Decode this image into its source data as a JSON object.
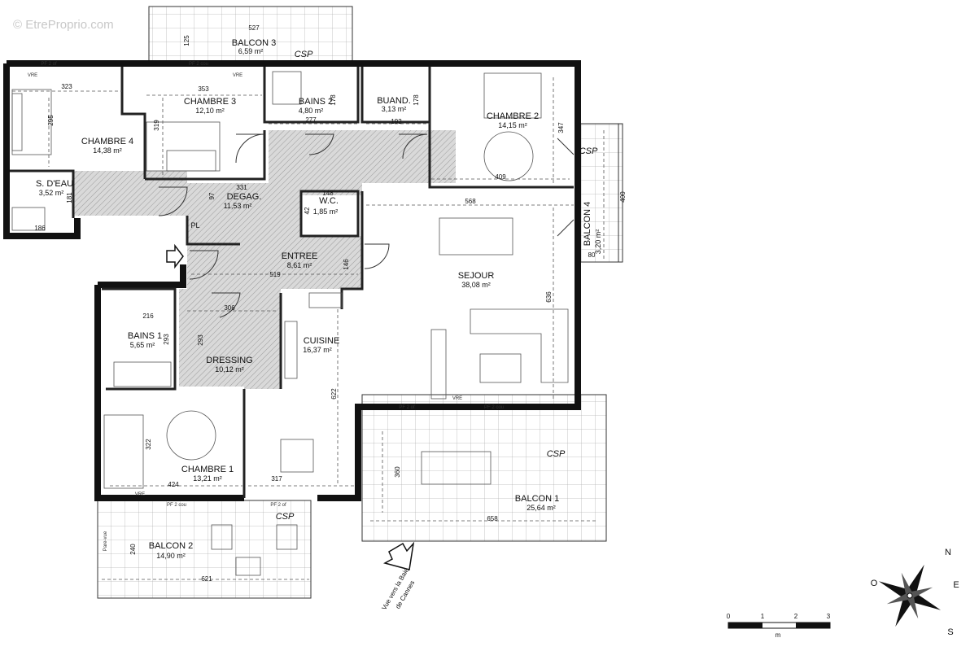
{
  "watermark": "© EtreProprio.com",
  "rooms": {
    "balcon3": {
      "name": "BALCON 3",
      "area": "6,59 m²"
    },
    "chambre3": {
      "name": "CHAMBRE 3",
      "area": "12,10 m²"
    },
    "bains2": {
      "name": "BAINS 2",
      "area": "4,80 m²"
    },
    "buand": {
      "name": "BUAND.",
      "area": "3,13 m²"
    },
    "chambre2": {
      "name": "CHAMBRE 2",
      "area": "14,15 m²"
    },
    "chambre4": {
      "name": "CHAMBRE 4",
      "area": "14,38 m²"
    },
    "sdeau": {
      "name": "S. D'EAU",
      "area": "3,52 m²"
    },
    "degag": {
      "name": "DEGAG.",
      "area": "11,53 m²"
    },
    "wc": {
      "name": "W.C.",
      "area": "1,85 m²"
    },
    "balcon4": {
      "name": "BALCON 4",
      "area": "3,20 m²"
    },
    "entree": {
      "name": "ENTREE",
      "area": "8,61 m²"
    },
    "sejour": {
      "name": "SEJOUR",
      "area": "38,08 m²"
    },
    "bains1": {
      "name": "BAINS 1",
      "area": "5,65 m²"
    },
    "cuisine": {
      "name": "CUISINE",
      "area": "16,37 m²"
    },
    "dressing": {
      "name": "DRESSING",
      "area": "10,12 m²"
    },
    "chambre1": {
      "name": "CHAMBRE 1",
      "area": "13,21 m²"
    },
    "balcon1": {
      "name": "BALCON 1",
      "area": "25,64 m²"
    },
    "balcon2": {
      "name": "BALCON 2",
      "area": "14,90 m²"
    }
  },
  "dimensions": {
    "d527": "527",
    "d125": "125",
    "d323": "323",
    "d353": "353",
    "d178a": "178",
    "d178b": "178",
    "d295": "295",
    "d319": "319",
    "d277": "277",
    "d192": "192",
    "d347": "347",
    "d409": "409",
    "d97": "97",
    "d331": "331",
    "d148": "148",
    "d42": "42",
    "d568": "568",
    "d400": "400",
    "d80": "80",
    "d181": "181",
    "d186": "186",
    "d146": "146",
    "d519": "519",
    "d636": "636",
    "d216": "216",
    "d293a": "293",
    "d306": "306",
    "d293b": "293",
    "d622": "622",
    "d322": "322",
    "d424": "424",
    "d317": "317",
    "d360": "360",
    "d658": "658",
    "d240": "240",
    "d621": "621"
  },
  "labels": {
    "csp": "CSP",
    "pl": "PL",
    "vre": "VRE",
    "pf2cou": "PF 2 cou",
    "pf2o": "PF 2 of",
    "pare_vue": "Pare-vue",
    "view_line1": "Vue vers la Baie",
    "view_line2": "de Cannes"
  },
  "compass": {
    "n": "N",
    "e": "E",
    "s": "S",
    "o": "O"
  },
  "scale": {
    "t0": "0",
    "t1": "1",
    "t2": "2",
    "t3": "3",
    "unit": "m"
  }
}
